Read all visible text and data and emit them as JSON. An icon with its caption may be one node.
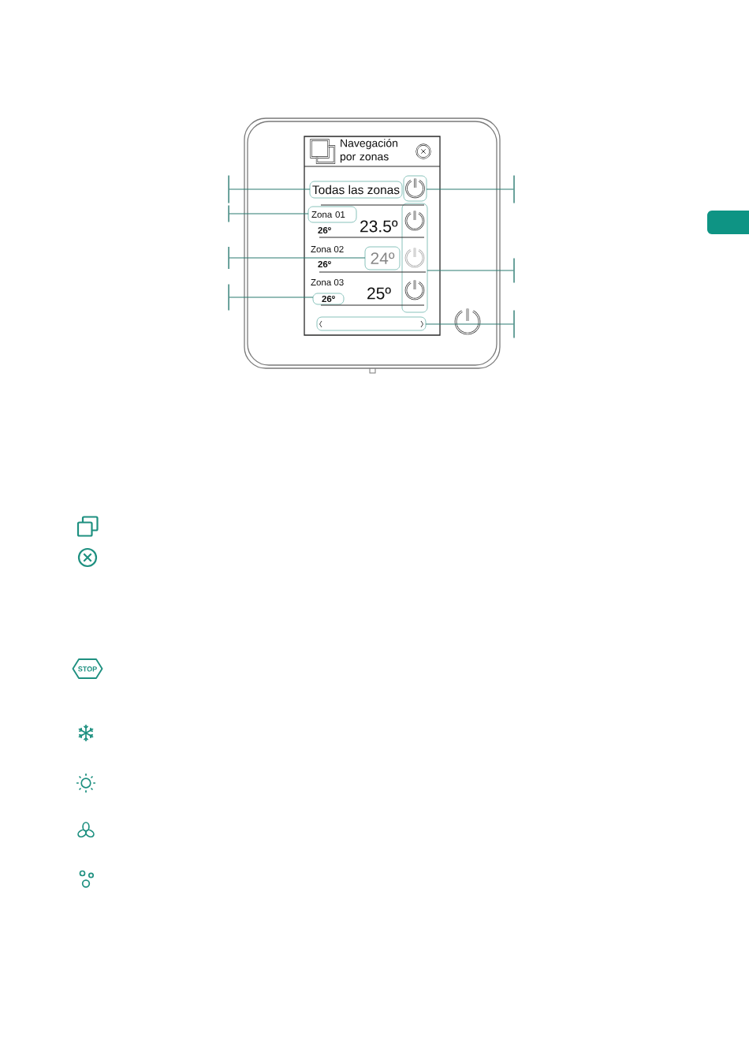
{
  "diagram": {
    "nodes": [
      {
        "text": [
          "Navegación por zonas"
        ]
      },
      {
        "text": [
          "Todas las zonas"
        ],
        "in": 0
      },
      {
        "text": [],
        "shape": "box",
        "in": 0
      },
      {
        "text": [
          "Zona 01"
        ],
        "in": 0
      },
      {
        "text": [],
        "shape": "box",
        "in": 0
      },
      {
        "text": [
          "24º"
        ],
        "in": 0
      },
      {
        "text": [
          "26º"
        ],
        "in": 0
      },
      {
        "text": [],
        "shape": "box",
        "in": 0
      },
      {
        "text": [],
        "shape": "bar"
      },
      {
        "text": [],
        "shape": "bar"
      },
      {
        "text": [],
        "shape": "bar"
      },
      {
        "text": [],
        "shape": "bar"
      },
      {
        "text": [],
        "shape": "bar"
      },
      {
        "text": [],
        "shape": "bar"
      },
      {
        "text": [],
        "shape": "bar"
      }
    ],
    "edges": [
      {
        "from": 8,
        "to": 1,
        "arrow": "none"
      },
      {
        "from": 9,
        "to": 3,
        "arrow": "none"
      },
      {
        "from": 10,
        "to": 5,
        "arrow": "none"
      },
      {
        "from": 11,
        "to": 6,
        "arrow": "none"
      },
      {
        "from": 12,
        "to": 2,
        "arrow": "none"
      },
      {
        "from": 13,
        "to": 4,
        "arrow": "none"
      },
      {
        "from": 14,
        "to": 7,
        "arrow": "none"
      }
    ],
    "labels": [
      "26º",
      "23.5º",
      "Zona 02",
      "26º",
      "Zona 03",
      "25º",
      "STOP"
    ]
  }
}
